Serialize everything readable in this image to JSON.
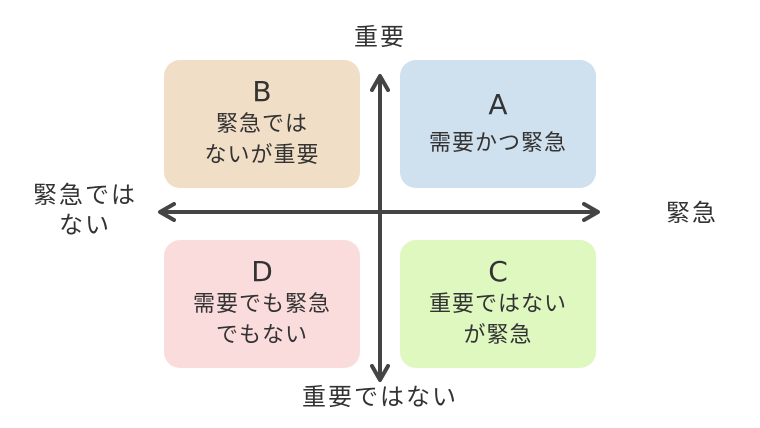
{
  "axes": {
    "top": "重要",
    "bottom": "重要ではない",
    "left": "緊急では\nない",
    "right": "緊急"
  },
  "quadrants": {
    "a": {
      "letter": "A",
      "text": "需要かつ緊急",
      "color": "#cfe0ee"
    },
    "b": {
      "letter": "B",
      "text": "緊急では\nないが重要",
      "color": "#f1dec6"
    },
    "c": {
      "letter": "C",
      "text": "重要ではない\nが緊急",
      "color": "#def8c0"
    },
    "d": {
      "letter": "D",
      "text": "需要でも緊急\nでもない",
      "color": "#fbdcdc"
    }
  },
  "colors": {
    "axis": "#444444",
    "text": "#333333"
  }
}
